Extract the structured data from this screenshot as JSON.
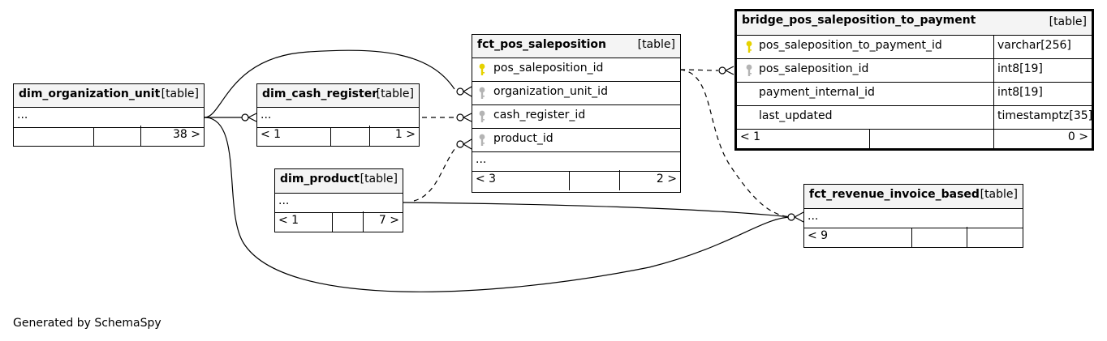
{
  "tables": {
    "dim_organization_unit": {
      "name": "dim_organization_unit",
      "type": "[table]",
      "rows": [
        "..."
      ],
      "footer": [
        "",
        "",
        "38 >"
      ]
    },
    "dim_cash_register": {
      "name": "dim_cash_register",
      "type": "[table]",
      "rows": [
        "..."
      ],
      "footer": [
        "< 1",
        "",
        "1 >"
      ]
    },
    "dim_product": {
      "name": "dim_product",
      "type": "[table]",
      "rows": [
        "..."
      ],
      "footer": [
        "< 1",
        "",
        "7 >"
      ]
    },
    "fct_pos_saleposition": {
      "name": "fct_pos_saleposition",
      "type": "[table]",
      "columns": [
        {
          "name": "pos_saleposition_id",
          "key": "primary-key-icon"
        },
        {
          "name": "organization_unit_id",
          "key": "foreign-key-icon"
        },
        {
          "name": "cash_register_id",
          "key": "foreign-key-icon"
        },
        {
          "name": "product_id",
          "key": "foreign-key-icon"
        }
      ],
      "ellipsis": "...",
      "footer": [
        "< 3",
        "",
        "2 >"
      ]
    },
    "bridge_pos_saleposition_to_payment": {
      "name": "bridge_pos_saleposition_to_payment",
      "type": "[table]",
      "columns": [
        {
          "name": "pos_saleposition_to_payment_id",
          "datatype": "varchar[256]",
          "key": "primary-key-icon"
        },
        {
          "name": "pos_saleposition_id",
          "datatype": "int8[19]",
          "key": "foreign-key-icon"
        },
        {
          "name": "payment_internal_id",
          "datatype": "int8[19]",
          "key": ""
        },
        {
          "name": "last_updated",
          "datatype": "timestamptz[35]",
          "key": ""
        }
      ],
      "footer": [
        "< 1",
        "",
        "0 >"
      ]
    },
    "fct_revenue_invoice_based": {
      "name": "fct_revenue_invoice_based",
      "type": "[table]",
      "rows": [
        "..."
      ],
      "footer": [
        "< 9",
        "",
        ""
      ]
    }
  },
  "colors": {
    "primary_key": "#e6d200",
    "foreign_key": "#b4b4b4",
    "header_bg": "#f4f4f4",
    "line": "#000000"
  },
  "generated_by": "Generated by SchemaSpy"
}
